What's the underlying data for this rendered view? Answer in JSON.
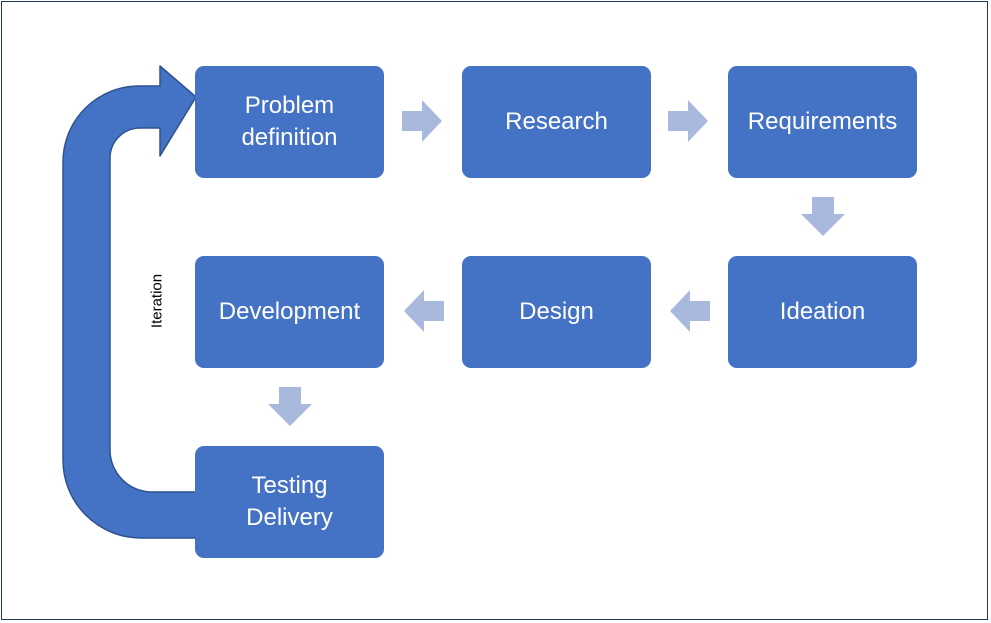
{
  "diagram": {
    "steps": [
      {
        "id": "problem",
        "lines": [
          "Problem",
          "definition"
        ]
      },
      {
        "id": "research",
        "lines": [
          "Research"
        ]
      },
      {
        "id": "requirements",
        "lines": [
          "Requirements"
        ]
      },
      {
        "id": "ideation",
        "lines": [
          "Ideation"
        ]
      },
      {
        "id": "design",
        "lines": [
          "Design"
        ]
      },
      {
        "id": "development",
        "lines": [
          "Development"
        ]
      },
      {
        "id": "testing",
        "lines": [
          "Testing",
          "Delivery"
        ]
      }
    ],
    "loop_label": "Iteration"
  },
  "colors": {
    "box_fill": "#4472c4",
    "box_text": "#ffffff",
    "arrow_fill": "#a9b9dd",
    "loop_arrow_fill": "#4472c4",
    "loop_arrow_stroke": "#2f528f",
    "frame_border": "#1f3864"
  }
}
